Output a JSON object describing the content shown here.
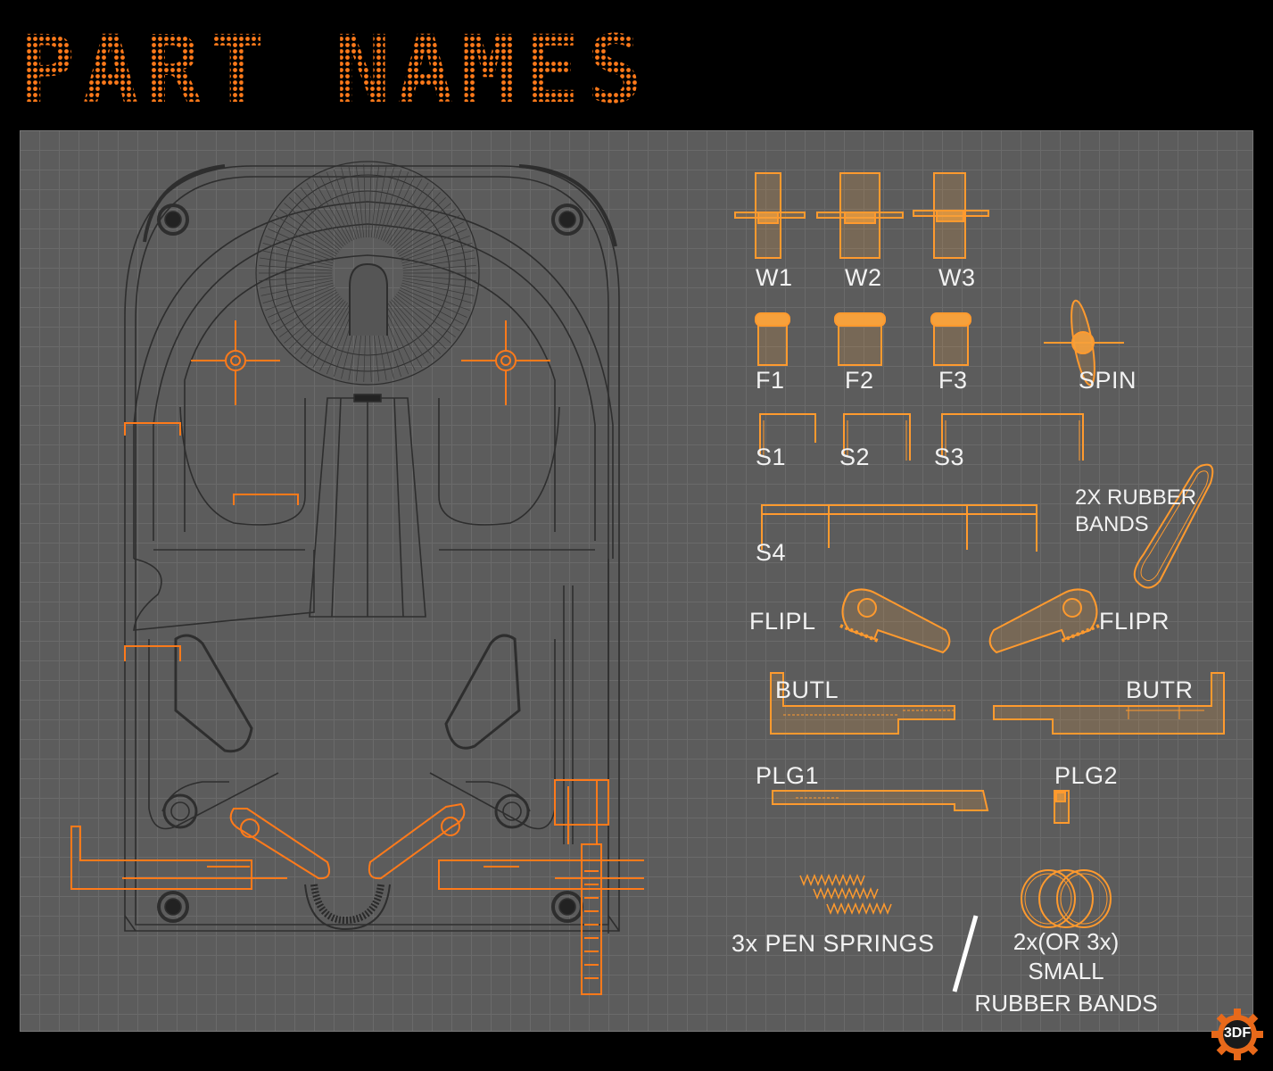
{
  "title": "PART NAMES",
  "colors": {
    "accent": "#ff7a1a",
    "part_fill": "#f6a13c",
    "background": "#000000",
    "grid_panel": "#5c5c5c",
    "outline": "#2e2e2e"
  },
  "parts": {
    "w1": "W1",
    "w2": "W2",
    "w3": "W3",
    "f1": "F1",
    "f2": "F2",
    "f3": "F3",
    "spin": "SPIN",
    "s1": "S1",
    "s2": "S2",
    "s3": "S3",
    "s4": "S4",
    "rubber_bands_line1": "2X RUBBER",
    "rubber_bands_line2": "BANDS",
    "flipl": "FLIPL",
    "flipr": "FLIPR",
    "butl": "BUTL",
    "butr": "BUTR",
    "plg1": "PLG1",
    "plg2": "PLG2",
    "pen_springs": "3x PEN SPRINGS",
    "small_bands_line1": "2x(OR 3x) SMALL",
    "small_bands_line2": "RUBBER BANDS"
  },
  "logo": "3DF"
}
